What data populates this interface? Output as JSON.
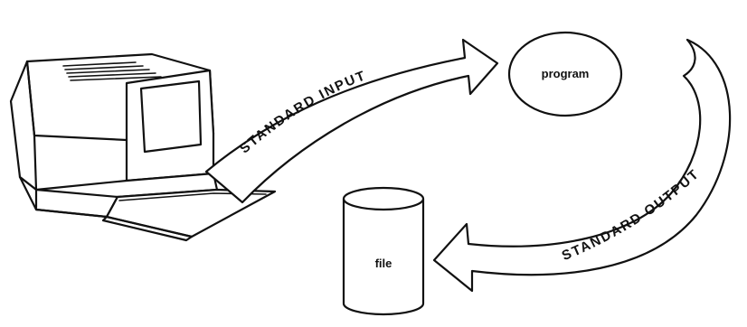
{
  "diagram": {
    "nodes": {
      "program": "program",
      "file": "file"
    },
    "arrows": {
      "input": "STANDARD INPUT",
      "output": "STANDARD OUTPUT"
    }
  }
}
